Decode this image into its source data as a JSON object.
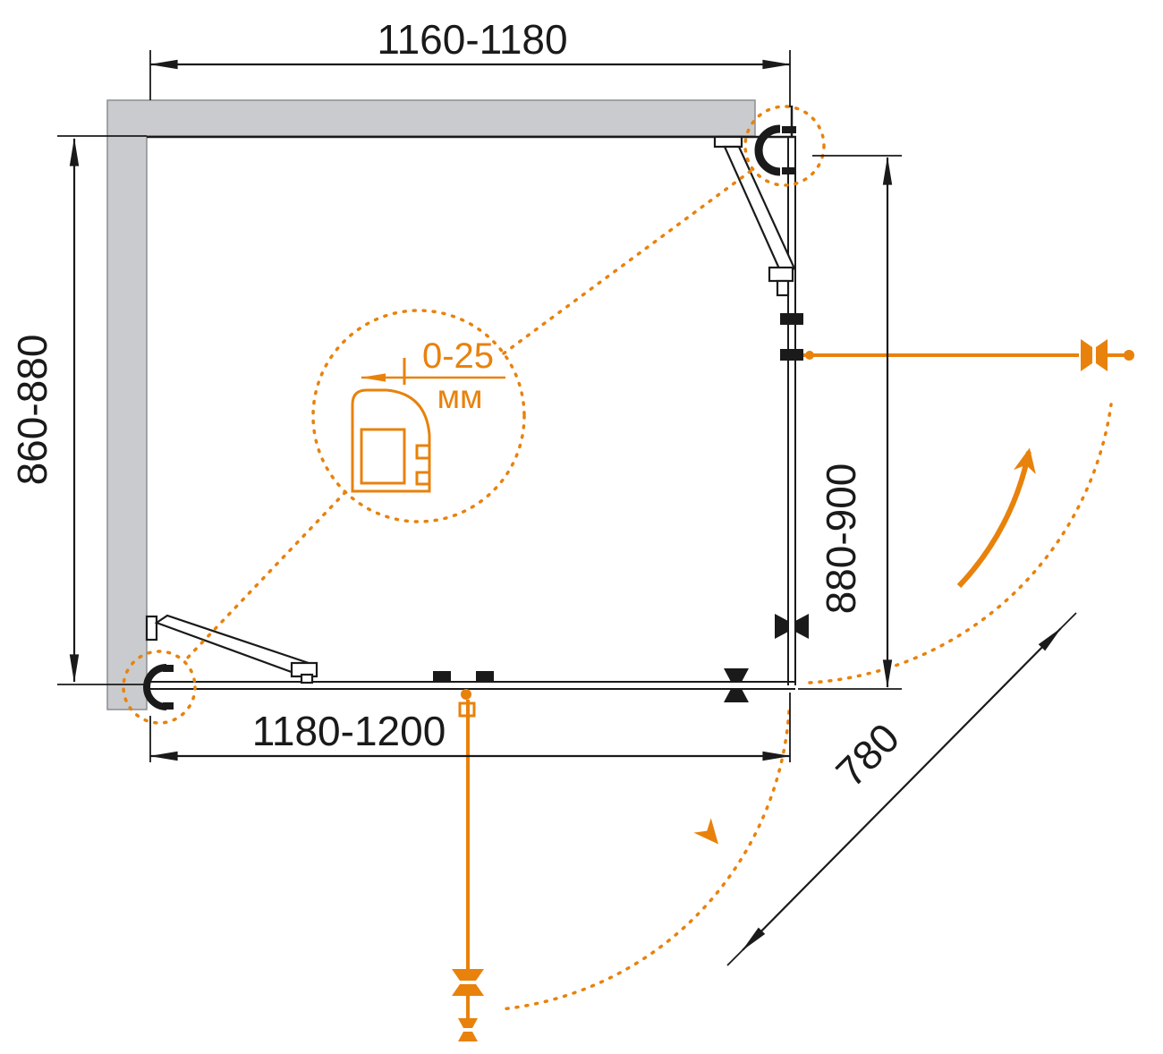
{
  "diagram": {
    "dimensions": {
      "top_width": "1160-1180",
      "left_depth": "860-880",
      "right_depth": "880-900",
      "bottom_width": "1180-1200",
      "entry_diagonal": "780",
      "profile_adjustment": "0-25",
      "profile_adjustment_unit": "мм"
    },
    "colors": {
      "accent_orange": "#E8820C",
      "wall_gray": "#C9CBCE",
      "line_black": "#1A1A1A"
    }
  }
}
